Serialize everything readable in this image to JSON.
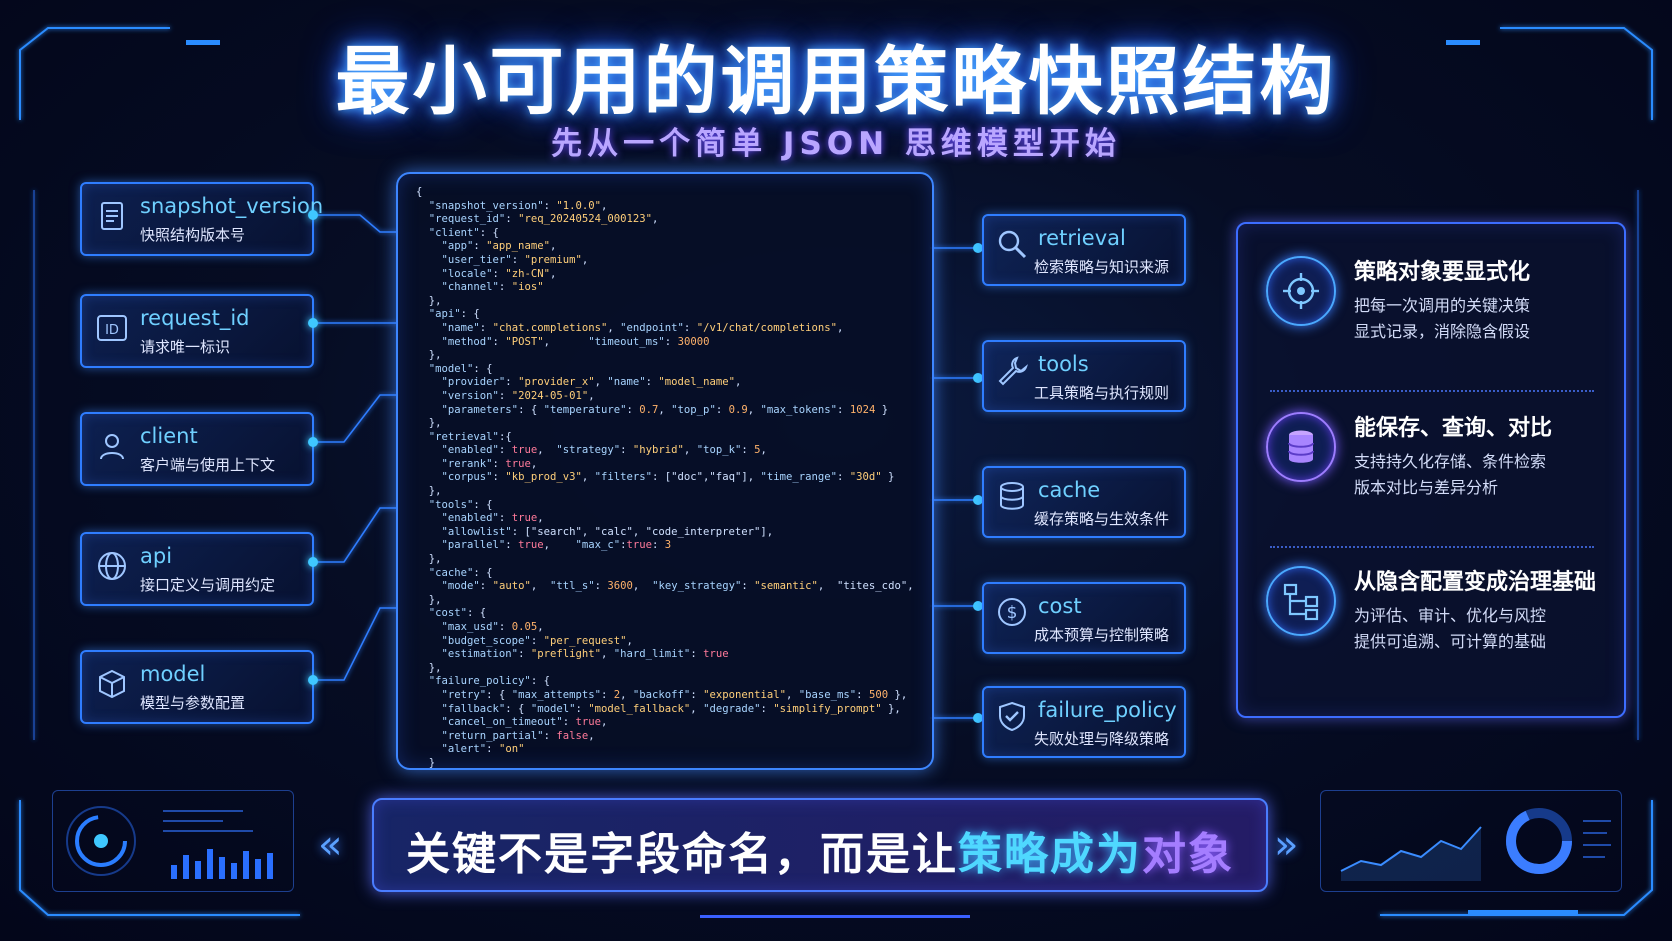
{
  "title": "最小可用的调用策略快照结构",
  "subtitle": "先从一个简单 JSON 思维模型开始",
  "left_fields": [
    {
      "name": "snapshot_version",
      "desc": "快照结构版本号",
      "icon": "document-icon"
    },
    {
      "name": "request_id",
      "desc": "请求唯一标识",
      "icon": "id-icon"
    },
    {
      "name": "client",
      "desc": "客户端与使用上下文",
      "icon": "user-icon"
    },
    {
      "name": "api",
      "desc": "接口定义与调用约定",
      "icon": "globe-icon"
    },
    {
      "name": "model",
      "desc": "模型与参数配置",
      "icon": "cube-icon"
    }
  ],
  "right_fields": [
    {
      "name": "retrieval",
      "desc": "检索策略与知识来源",
      "icon": "search-icon"
    },
    {
      "name": "tools",
      "desc": "工具策略与执行规则",
      "icon": "wrench-icon"
    },
    {
      "name": "cache",
      "desc": "缓存策略与生效条件",
      "icon": "database-icon"
    },
    {
      "name": "cost",
      "desc": "成本预算与控制策略",
      "icon": "dollar-icon"
    },
    {
      "name": "failure_policy",
      "desc": "失败处理与降级策略",
      "icon": "shield-check-icon"
    }
  ],
  "code_lines": [
    "{",
    "  \"snapshot_version\": \"1.0.0\",",
    "  \"request_id\": \"req_20240524_000123\",",
    "  \"client\": {",
    "    \"app\": \"app_name\",",
    "    \"user_tier\": \"premium\",",
    "    \"locale\": \"zh-CN\",",
    "    \"channel\": \"ios\"",
    "  },",
    "  \"api\": {",
    "    \"name\": \"chat.completions\", \"endpoint\": \"/v1/chat/completions\",",
    "    \"method\": \"POST\",      \"timeout_ms\": 30000",
    "  },",
    "  \"model\": {",
    "    \"provider\": \"provider_x\", \"name\": \"model_name\",",
    "    \"version\": \"2024-05-01\",",
    "    \"parameters\": { \"temperature\": 0.7, \"top_p\": 0.9, \"max_tokens\": 1024 }",
    "  },",
    "  \"retrieval\":{",
    "    \"enabled\": true,  \"strategy\": \"hybrid\", \"top_k\": 5,",
    "    \"rerank\": true,",
    "    \"corpus\": \"kb_prod_v3\", \"filters\": [\"doc\",\"faq\"], \"time_range\": \"30d\" }",
    "  },",
    "  \"tools\": {",
    "    \"enabled\": true,",
    "    \"allowlist\": [\"search\", \"calc\", \"code_interpreter\"],",
    "    \"parallel\": true,    \"max_c\":true: 3",
    "  },",
    "  \"cache\": {",
    "    \"mode\": \"auto\",  \"ttl_s\": 3600,  \"key_strategy\": \"semantic\",  \"tites_cdo\",",
    "  },",
    "  \"cost\": {",
    "    \"max_usd\": 0.05,",
    "    \"budget_scope\": \"per_request\",",
    "    \"estimation\": \"preflight\", \"hard_limit\": true",
    "  },",
    "  \"failure_policy\": {",
    "    \"retry\": { \"max_attempts\": 2, \"backoff\": \"exponential\", \"base_ms\": 500 },",
    "    \"fallback\": { \"model\": \"model_fallback\", \"degrade\": \"simplify_prompt\" },",
    "    \"cancel_on_timeout\": true,",
    "    \"return_partial\": false,",
    "    \"alert\": \"on\"",
    "  }",
    "}"
  ],
  "info_items": [
    {
      "title": "策略对象要显式化",
      "line1": "把每一次调用的关键决策",
      "line2": "显式记录，消除隐含假设",
      "icon": "target-icon"
    },
    {
      "title": "能保存、查询、对比",
      "line1": "支持持久化存储、条件检索",
      "line2": "版本对比与差异分析",
      "icon": "database-icon"
    },
    {
      "title": "从隐含配置变成治理基础",
      "line1": "为评估、审计、优化与风控",
      "line2": "提供可追溯、可计算的基础",
      "icon": "hierarchy-icon"
    }
  ],
  "banner": {
    "prefix": "关键不是字段命名，而是让",
    "highlight1": "策略成为",
    "highlight2": "对象"
  },
  "colors": {
    "accent": "#3fc8ff",
    "panel_border": "#3d86ff",
    "highlight_purple": "#a47dff"
  }
}
